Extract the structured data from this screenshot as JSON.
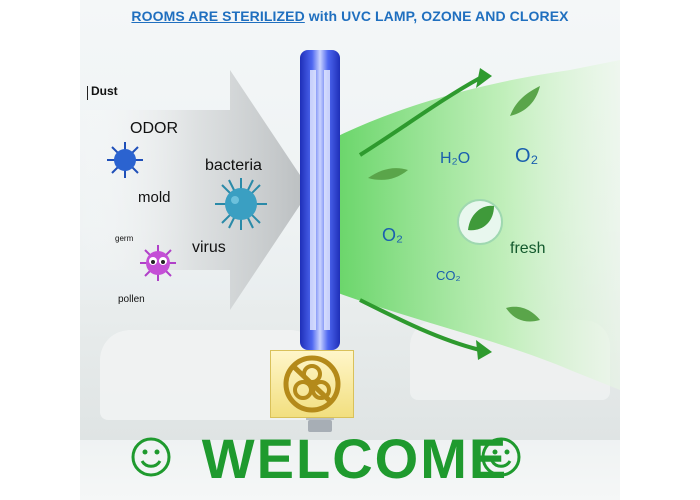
{
  "headline": {
    "underlined": "ROOMS ARE STERILIZED",
    "rest": " with UVC LAMP, OZONE AND CLOREX"
  },
  "left_labels": {
    "dust": "Dust",
    "odor": "ODOR",
    "bacteria": "bacteria",
    "mold": "mold",
    "germ": "germ",
    "virus": "virus",
    "pollen": "pollen"
  },
  "right_labels": {
    "h2o": "H₂O",
    "o2_top": "O₂",
    "o2_mid": "O₂",
    "co2": "CO₂",
    "fresh": "fresh"
  },
  "welcome": {
    "text": "WELCOME"
  },
  "icons": {
    "lamp": "uvc-lamp-icon",
    "biohazard": "no-biohazard-icon",
    "smiley": "smiley-icon",
    "leaf": "leaf-icon"
  },
  "colors": {
    "headline": "#1f6fbf",
    "welcome": "#1f9a2e",
    "arrow_green": "#2e9a2e",
    "lamp_blue": "#2a3fd6"
  }
}
